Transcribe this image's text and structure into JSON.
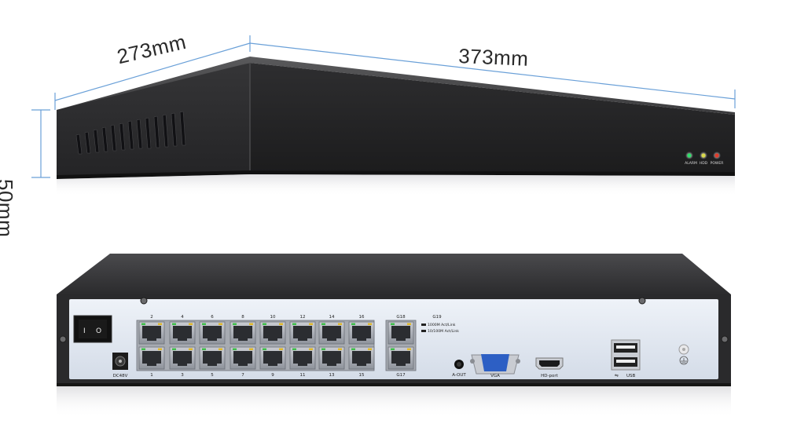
{
  "dimensions": {
    "depth": "273mm",
    "width": "373mm",
    "height": "50mm"
  },
  "front_panel": {
    "indicators": [
      {
        "label": "ALARM",
        "color": "#2fe06a"
      },
      {
        "label": "HDD",
        "color": "#d9d94a"
      },
      {
        "label": "POWER",
        "color": "#e23b2b"
      }
    ]
  },
  "rear_panel": {
    "power_input_label": "DC48V",
    "top_port_numbers": [
      "2",
      "4",
      "6",
      "8",
      "10",
      "12",
      "14",
      "16"
    ],
    "bottom_port_numbers": [
      "1",
      "3",
      "5",
      "7",
      "9",
      "11",
      "13",
      "15"
    ],
    "uplink_top_label": "G18",
    "uplink_bottom_label": "G17",
    "legend_title": "G19",
    "legend_items": [
      "1000M Act/Link",
      "10/100M Act/Link"
    ],
    "audio_label": "A-OUT",
    "vga_label": "VGA",
    "hdmi_label": "HD-port",
    "usb_label": "USB"
  },
  "colors": {
    "chassis": "#2a2a2c",
    "panel": "#dfe6f0",
    "dimension_line": "#6aa0d8",
    "vga_blue": "#2d5fc4"
  }
}
